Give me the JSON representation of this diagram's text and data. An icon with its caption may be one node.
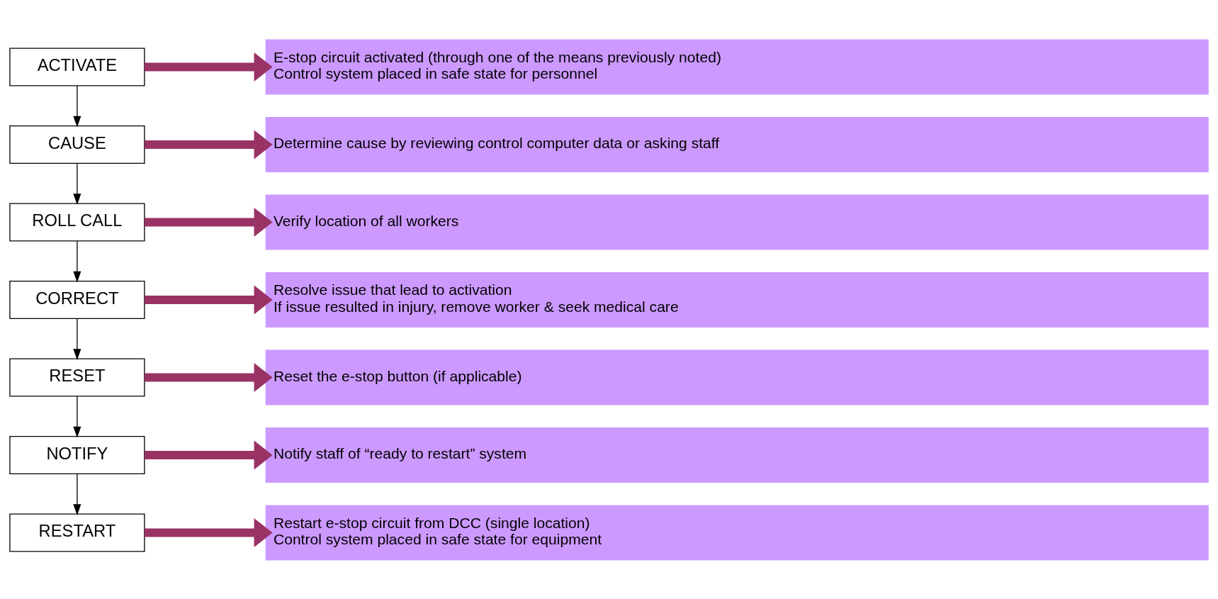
{
  "diagram": {
    "nodes": [
      {
        "text": [
          "ACTIVATE"
        ]
      },
      {
        "text": [
          "E-stop circuit activated (through one of the means previously noted)",
          "Control system placed in safe state for personnel"
        ]
      },
      {
        "text": [
          "CAUSE"
        ]
      },
      {
        "text": [
          "Determine cause by reviewing control computer data or asking staff"
        ]
      },
      {
        "text": [
          "ROLL CALL"
        ]
      },
      {
        "text": [
          "Verify location of all workers"
        ]
      },
      {
        "text": [
          "CORRECT"
        ]
      },
      {
        "text": [
          "Resolve issue that lead to activation",
          "If issue resulted in injury, remove worker & seek medical care"
        ]
      },
      {
        "text": [
          "RESET"
        ]
      },
      {
        "text": [
          "Reset the e-stop button (if applicable)"
        ]
      },
      {
        "text": [
          "NOTIFY"
        ]
      },
      {
        "text": [
          "Notify staff of “ready to restart” system"
        ]
      },
      {
        "text": [
          "RESTART"
        ]
      },
      {
        "text": [
          "Restart e-stop circuit from DCC (single location)",
          "Control system placed in safe state for equipment"
        ]
      }
    ],
    "edges": [
      {
        "from": 0,
        "to": 1,
        "arrow": "to"
      },
      {
        "from": 0,
        "to": 2,
        "arrow": "to",
        "color": "#000000"
      },
      {
        "from": 2,
        "to": 3,
        "arrow": "to"
      },
      {
        "from": 2,
        "to": 4,
        "arrow": "to",
        "color": "#000000"
      },
      {
        "from": 4,
        "to": 5,
        "arrow": "to"
      },
      {
        "from": 4,
        "to": 6,
        "arrow": "to",
        "color": "#000000"
      },
      {
        "from": 6,
        "to": 7,
        "arrow": "to"
      },
      {
        "from": 6,
        "to": 8,
        "arrow": "to",
        "color": "#000000"
      },
      {
        "from": 8,
        "to": 9,
        "arrow": "to"
      },
      {
        "from": 8,
        "to": 10,
        "arrow": "to",
        "color": "#000000"
      },
      {
        "from": 10,
        "to": 11,
        "arrow": "to"
      },
      {
        "from": 10,
        "to": 12,
        "arrow": "to",
        "color": "#000000"
      },
      {
        "from": 12,
        "to": 13,
        "arrow": "to"
      }
    ]
  }
}
